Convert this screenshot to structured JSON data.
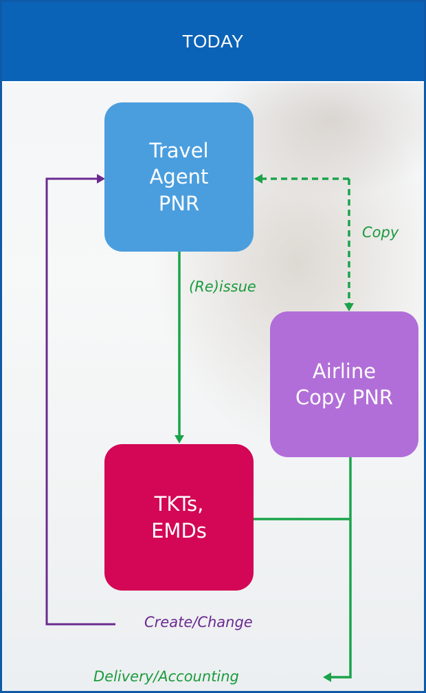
{
  "header": {
    "title": "TODAY"
  },
  "nodes": {
    "travel_agent": {
      "label": "Travel\nAgent\nPNR",
      "color": "#4a9ede"
    },
    "airline_copy": {
      "label": "Airline\nCopy PNR",
      "color": "#b16ed8"
    },
    "tickets": {
      "label": "TKTs,\nEMDs",
      "color": "#d30755"
    }
  },
  "edges": {
    "copy": {
      "label": "Copy",
      "style": "dashed",
      "color": "#1aa34a"
    },
    "reissue": {
      "label": "(Re)issue",
      "color": "#1aa34a"
    },
    "create_change": {
      "label": "Create/Change",
      "color": "#6a2a90"
    },
    "delivery_accounting": {
      "label": "Delivery/Accounting",
      "color": "#1aa34a"
    }
  },
  "colors": {
    "header": "#0b63b7",
    "border": "#0f5aa8"
  }
}
